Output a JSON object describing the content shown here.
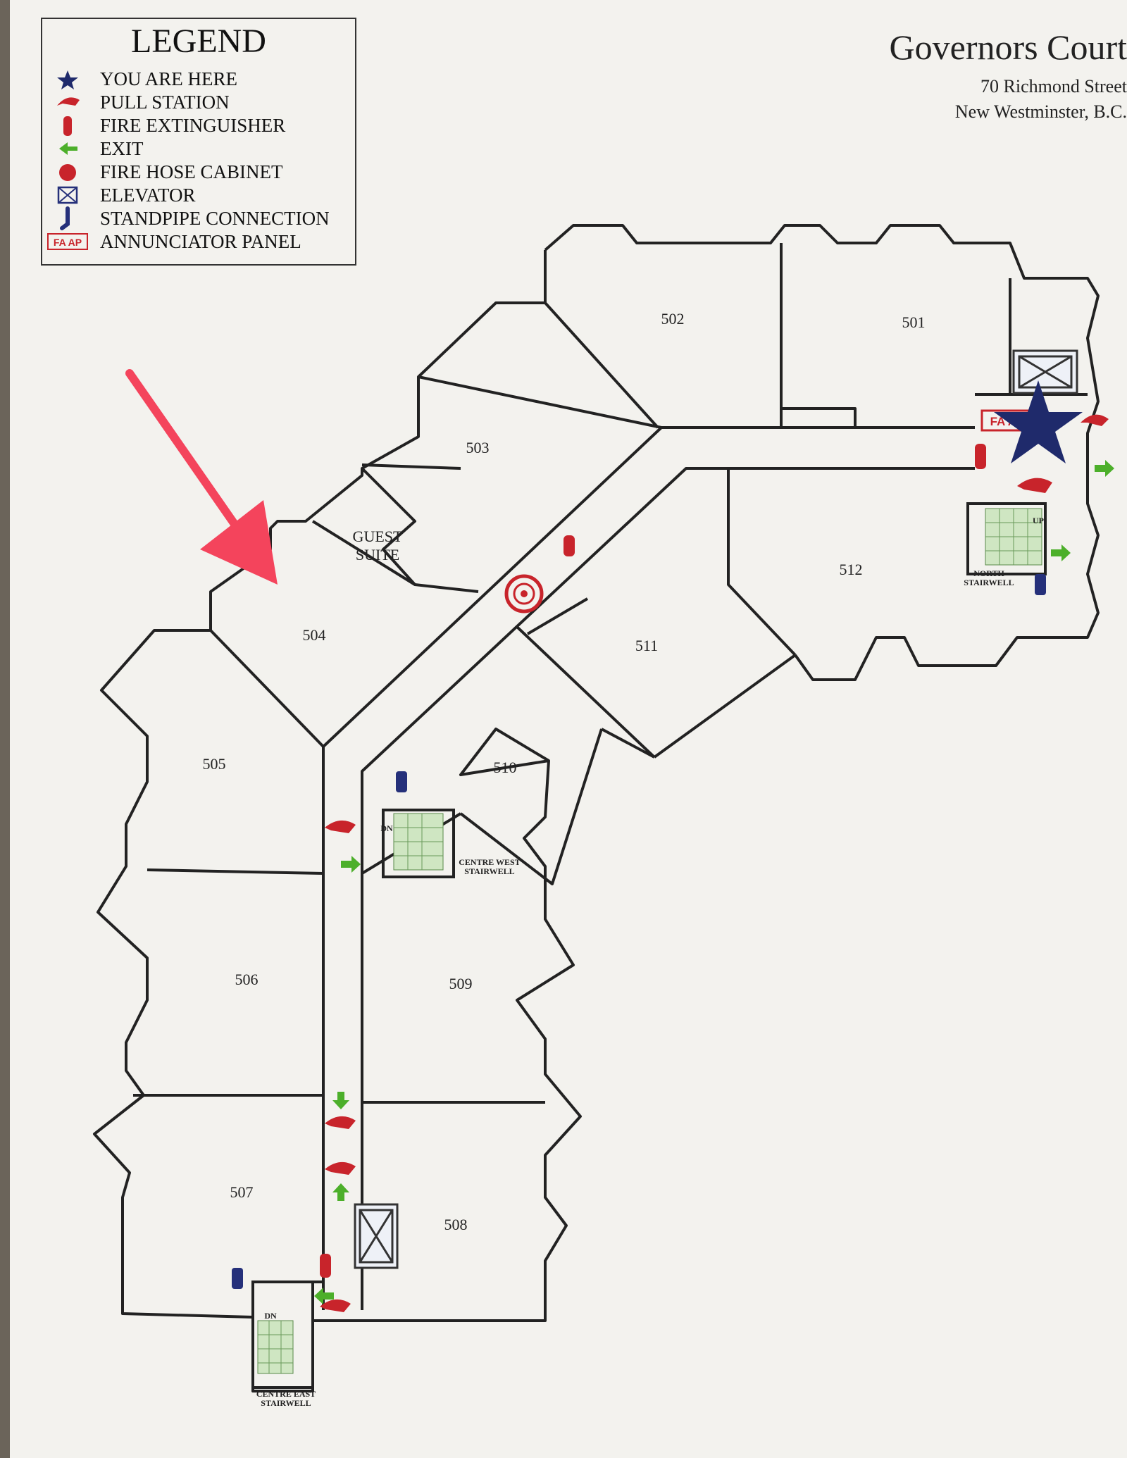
{
  "legend": {
    "title": "LEGEND",
    "items": [
      {
        "label": "YOU ARE HERE",
        "icon": "star-icon"
      },
      {
        "label": "PULL STATION",
        "icon": "pull-station-icon"
      },
      {
        "label": "FIRE EXTINGUISHER",
        "icon": "fire-extinguisher-icon"
      },
      {
        "label": "EXIT",
        "icon": "exit-arrow-icon"
      },
      {
        "label": "FIRE HOSE CABINET",
        "icon": "fire-hose-cabinet-icon"
      },
      {
        "label": "ELEVATOR",
        "icon": "elevator-icon"
      },
      {
        "label": "STANDPIPE CONNECTION",
        "icon": "standpipe-icon"
      },
      {
        "label": "ANNUNCIATOR PANEL",
        "icon": "annunciator-panel-icon",
        "badge": "FA AP"
      }
    ]
  },
  "header": {
    "title": "Governors Court",
    "address_line1": "70 Richmond Street",
    "address_line2": "New Westminster, B.C."
  },
  "rooms": {
    "r501": "501",
    "r502": "502",
    "r503": "503",
    "r504": "504",
    "r505": "505",
    "r506": "506",
    "r507": "507",
    "r508": "508",
    "r509": "509",
    "r510": "510",
    "r511": "511",
    "r512": "512",
    "guest_line1": "GUEST",
    "guest_line2": "SUITE"
  },
  "stairwells": {
    "north_line1": "NORTH",
    "north_line2": "STAIRWELL",
    "centre_west_line1": "CENTRE WEST",
    "centre_west_line2": "STAIRWELL",
    "centre_east_line1": "CENTRE EAST",
    "centre_east_line2": "STAIRWELL",
    "dn": "DN",
    "up": "UP"
  },
  "annunciator_badge": "FA AP",
  "colors": {
    "star": "#1f2a6b",
    "fire_red": "#c8242b",
    "exit_green": "#4caf2a",
    "standpipe_blue": "#25307a",
    "stair_green": "#cfe6c2",
    "wall": "#222222",
    "pointer_arrow": "#f4445c"
  }
}
